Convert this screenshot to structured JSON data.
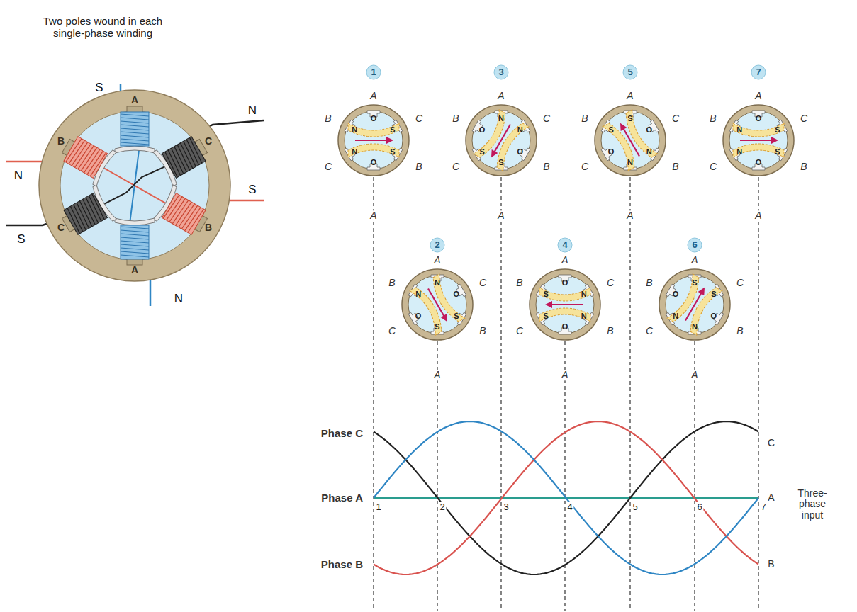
{
  "diagram": {
    "labels": [
      "Two poles wound in each single-phase winding",
      "S",
      "N",
      "N",
      "S",
      "S",
      "N",
      "A",
      "B",
      "C",
      "C",
      "B",
      "A",
      "1",
      "A",
      "B",
      "C",
      "C",
      "B",
      "A",
      "O",
      "N",
      "N",
      "O",
      "S",
      "S",
      "3",
      "A",
      "B",
      "C",
      "C",
      "B",
      "A",
      "N",
      "O",
      "S",
      "S",
      "O",
      "N",
      "5",
      "A",
      "B",
      "C",
      "C",
      "B",
      "A",
      "S",
      "S",
      "O",
      "N",
      "N",
      "O",
      "7",
      "A",
      "B",
      "C",
      "C",
      "B",
      "A",
      "O",
      "N",
      "N",
      "O",
      "S",
      "S",
      "2",
      "A",
      "B",
      "C",
      "C",
      "B",
      "A",
      "N",
      "N",
      "O",
      "S",
      "S",
      "O",
      "4",
      "A",
      "B",
      "C",
      "C",
      "B",
      "A",
      "O",
      "S",
      "S",
      "O",
      "N",
      "N",
      "6",
      "A",
      "B",
      "C",
      "C",
      "B",
      "A",
      "S",
      "O",
      "N",
      "N",
      "O",
      "S",
      "Phase C",
      "Phase A",
      "Phase B",
      "1",
      "2",
      "3",
      "4",
      "5",
      "6",
      "7",
      "C",
      "A",
      "B",
      "Three-phase input"
    ]
  }
}
